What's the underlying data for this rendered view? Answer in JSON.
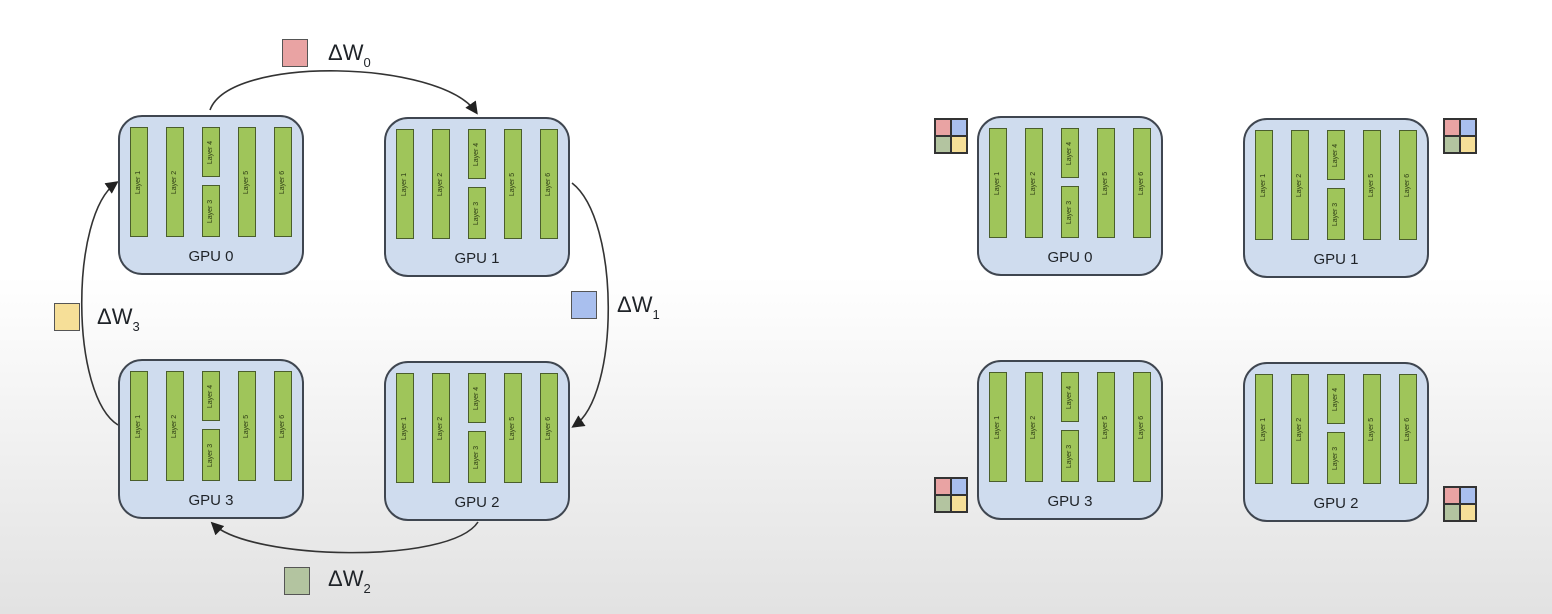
{
  "diagram": {
    "layer_labels": [
      "Layer 1",
      "Layer 2",
      "Layer 4",
      "Layer 3",
      "Layer 5",
      "Layer 6"
    ],
    "colors": {
      "gpu_fill": "#cfdcee",
      "layer_fill": "#9fc55a",
      "delta_0": "#e9a3a3",
      "delta_1": "#a9bfee",
      "delta_2": "#b3c4a0",
      "delta_3": "#f6df98"
    },
    "ring_view": {
      "gpus": [
        "GPU 0",
        "GPU 1",
        "GPU 2",
        "GPU 3"
      ],
      "deltas": [
        {
          "symbol": "ΔW",
          "sub": "0",
          "from": "GPU 0",
          "to": "GPU 1"
        },
        {
          "symbol": "ΔW",
          "sub": "1",
          "from": "GPU 1",
          "to": "GPU 2"
        },
        {
          "symbol": "ΔW",
          "sub": "2",
          "from": "GPU 2",
          "to": "GPU 3"
        },
        {
          "symbol": "ΔW",
          "sub": "3",
          "from": "GPU 3",
          "to": "GPU 0"
        }
      ]
    },
    "synced_view": {
      "gpus": [
        "GPU 0",
        "GPU 1",
        "GPU 2",
        "GPU 3"
      ],
      "combined_delta": [
        "ΔW0",
        "ΔW1",
        "ΔW2",
        "ΔW3"
      ]
    }
  }
}
